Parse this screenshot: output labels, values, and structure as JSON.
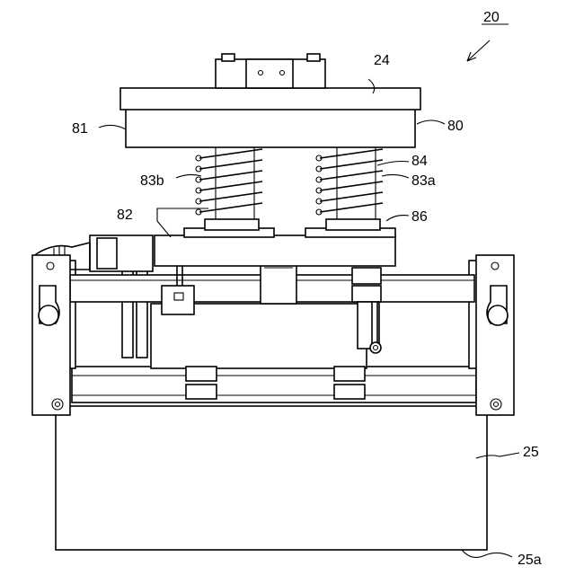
{
  "labels": {
    "assembly": "20",
    "top_block": "24",
    "lower_plate_right": "80",
    "lower_plate_left": "81",
    "plate": "82",
    "spring_right": "83a",
    "spring_left": "83b",
    "spring_outer": "84",
    "spring_seat": "86",
    "housing": "25",
    "housing_bottom": "25a"
  }
}
